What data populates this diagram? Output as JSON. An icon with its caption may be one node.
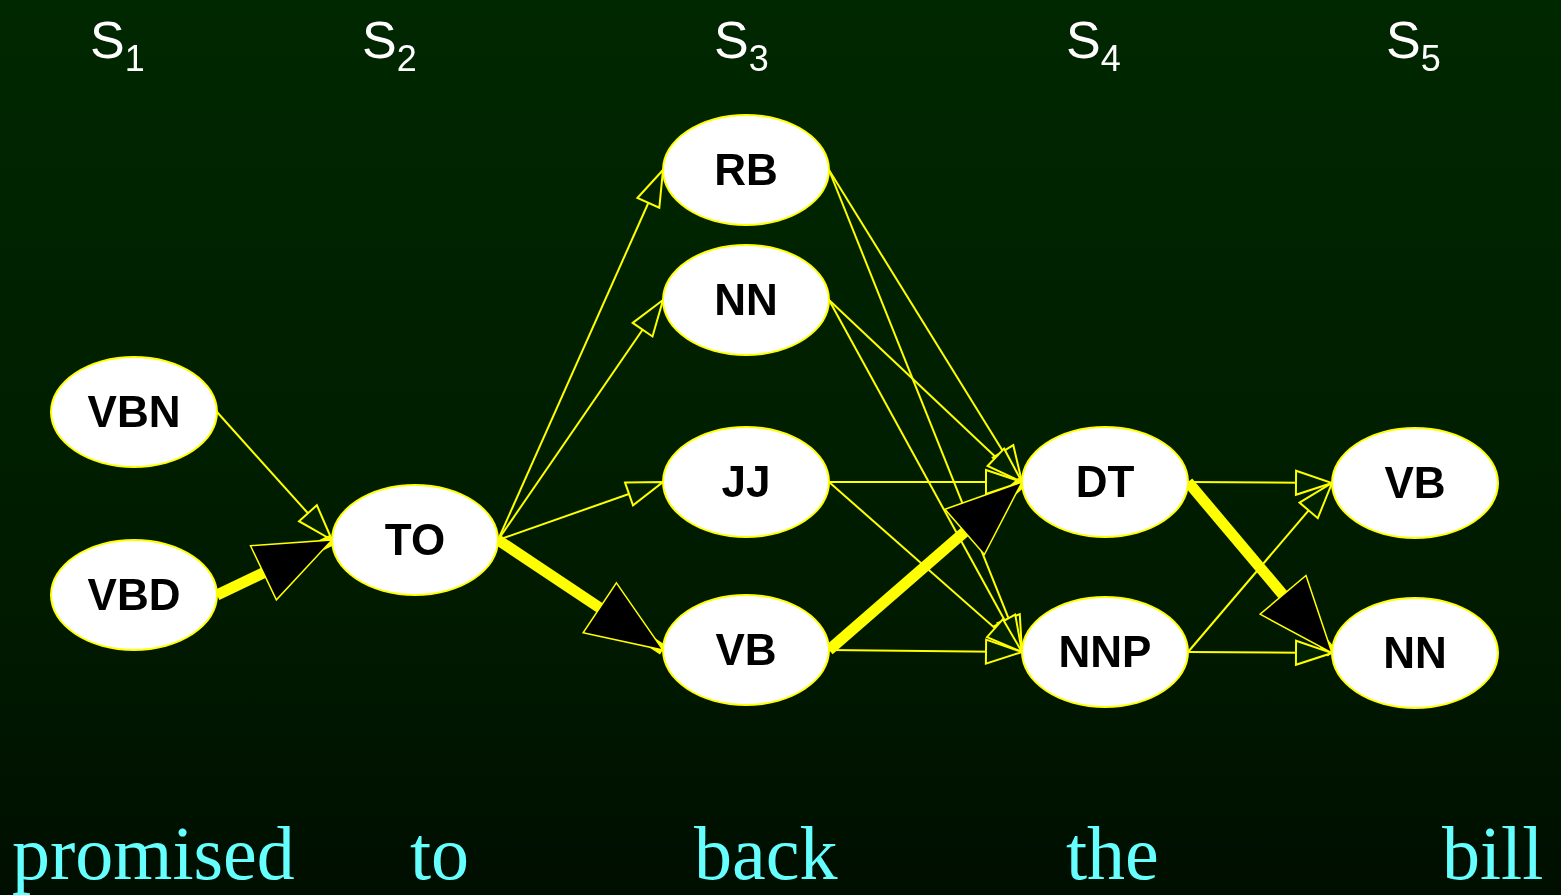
{
  "diagram": {
    "nodes": [
      {
        "text": [
          "VBN"
        ]
      },
      {
        "text": [
          "VBD"
        ]
      },
      {
        "text": [
          "TO"
        ]
      },
      {
        "text": [
          "RB"
        ]
      },
      {
        "text": [
          "NN"
        ]
      },
      {
        "text": [
          "JJ"
        ]
      },
      {
        "text": [
          "VB"
        ]
      },
      {
        "text": [
          "DT"
        ]
      },
      {
        "text": [
          "NNP"
        ]
      },
      {
        "text": [
          "VB"
        ]
      },
      {
        "text": [
          "NN"
        ]
      }
    ],
    "edges": [
      {
        "from": 0,
        "to": 2,
        "arrow": "to"
      },
      {
        "from": 1,
        "to": 2,
        "arrow": "to",
        "style": "thick"
      },
      {
        "from": 2,
        "to": 3,
        "arrow": "to"
      },
      {
        "from": 2,
        "to": 4,
        "arrow": "to"
      },
      {
        "from": 2,
        "to": 5,
        "arrow": "to"
      },
      {
        "from": 2,
        "to": 6,
        "arrow": "to",
        "style": "thick"
      },
      {
        "from": 3,
        "to": 7,
        "arrow": "to"
      },
      {
        "from": 3,
        "to": 8,
        "arrow": "to"
      },
      {
        "from": 4,
        "to": 7,
        "arrow": "to"
      },
      {
        "from": 4,
        "to": 8,
        "arrow": "to"
      },
      {
        "from": 5,
        "to": 7,
        "arrow": "to"
      },
      {
        "from": 5,
        "to": 8,
        "arrow": "to"
      },
      {
        "from": 6,
        "to": 7,
        "arrow": "to",
        "style": "thick"
      },
      {
        "from": 6,
        "to": 8,
        "arrow": "to"
      },
      {
        "from": 7,
        "to": 9,
        "arrow": "to"
      },
      {
        "from": 7,
        "to": 10,
        "arrow": "to",
        "style": "thick"
      },
      {
        "from": 8,
        "to": 9,
        "arrow": "to"
      },
      {
        "from": 8,
        "to": 10,
        "arrow": "to"
      }
    ],
    "labels": [
      "S$_{1}$",
      "S$_{2}$",
      "S$_{3}$",
      "S$_{4}$",
      "S$_{5}$",
      "promised",
      "to",
      "back",
      "the",
      "bill"
    ]
  }
}
